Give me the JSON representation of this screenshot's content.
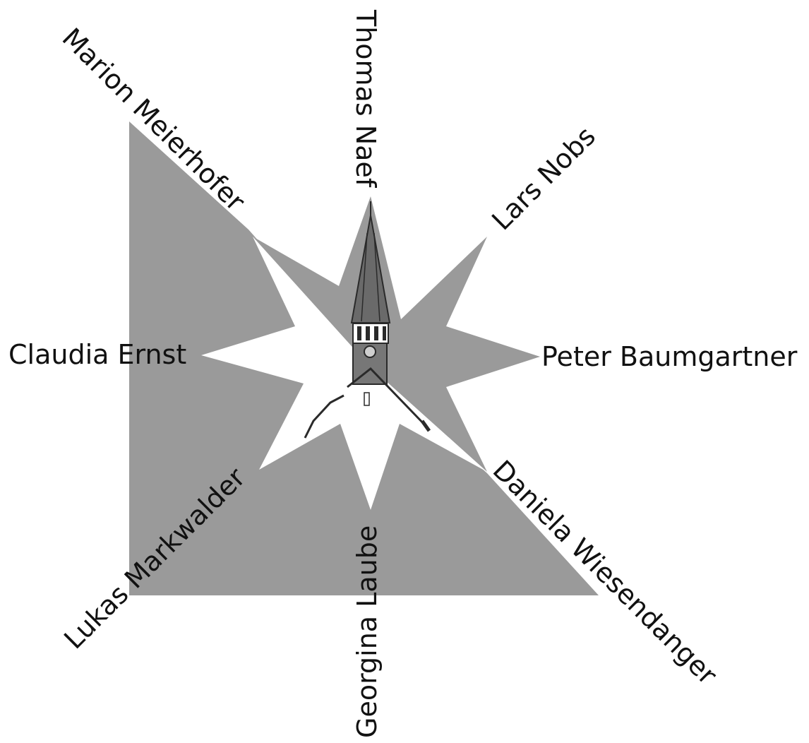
{
  "diagram": {
    "members": {
      "top": "Thomas Naef",
      "top_right": "Lars Nobs",
      "right": "Peter Baumgartner",
      "bottom_right": "Daniela Wiesendanger",
      "bottom": "Georgina Laube",
      "bottom_left": "Lukas Markwalder",
      "left": "Claudia Ernst",
      "top_left": "Marion Meierhofer"
    },
    "center_icon": "church-tower-icon",
    "colors": {
      "background_shape": "#9a9a9a",
      "star_light": "#ffffff",
      "star_dark": "#9a9a9a",
      "label": "#111111",
      "tower": "#2a2a2a"
    }
  }
}
